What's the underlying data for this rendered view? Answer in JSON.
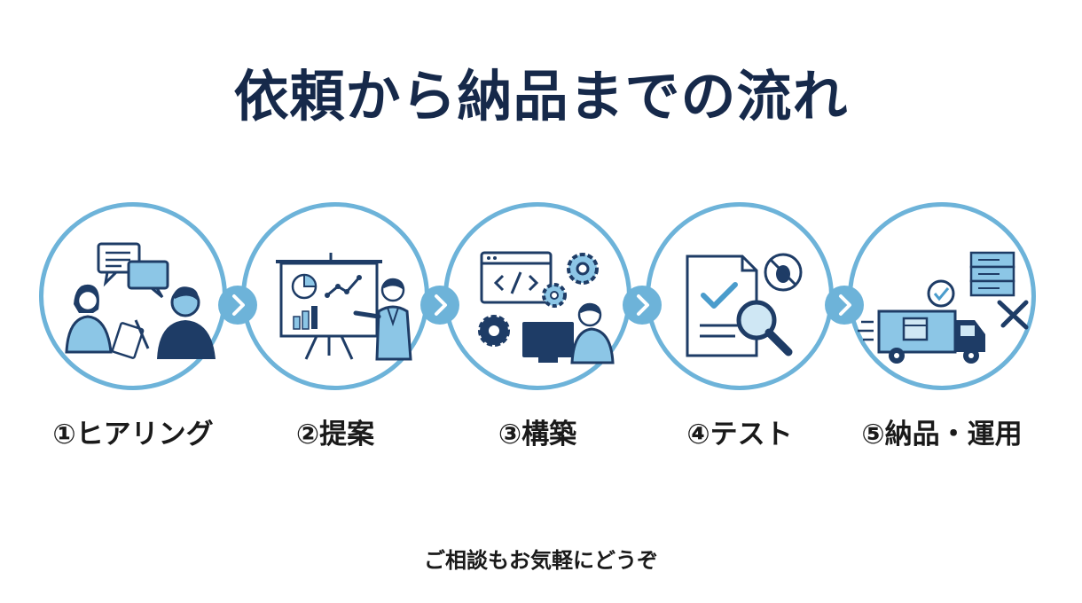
{
  "title": "依頼から納品までの流れ",
  "steps": [
    {
      "label": "①ヒアリング",
      "icon": "hearing-icon"
    },
    {
      "label": "②提案",
      "icon": "proposal-presentation-icon"
    },
    {
      "label": "③構築",
      "icon": "build-code-icon"
    },
    {
      "label": "④テスト",
      "icon": "test-inspection-icon"
    },
    {
      "label": "⑤納品・運用",
      "icon": "delivery-operation-icon"
    }
  ],
  "footer": "ご相談もお気軽にどうぞ",
  "colors": {
    "ring": "#6db3d9",
    "navy": "#1e3c66",
    "light_blue": "#8cc6e6",
    "title": "#16294a"
  }
}
